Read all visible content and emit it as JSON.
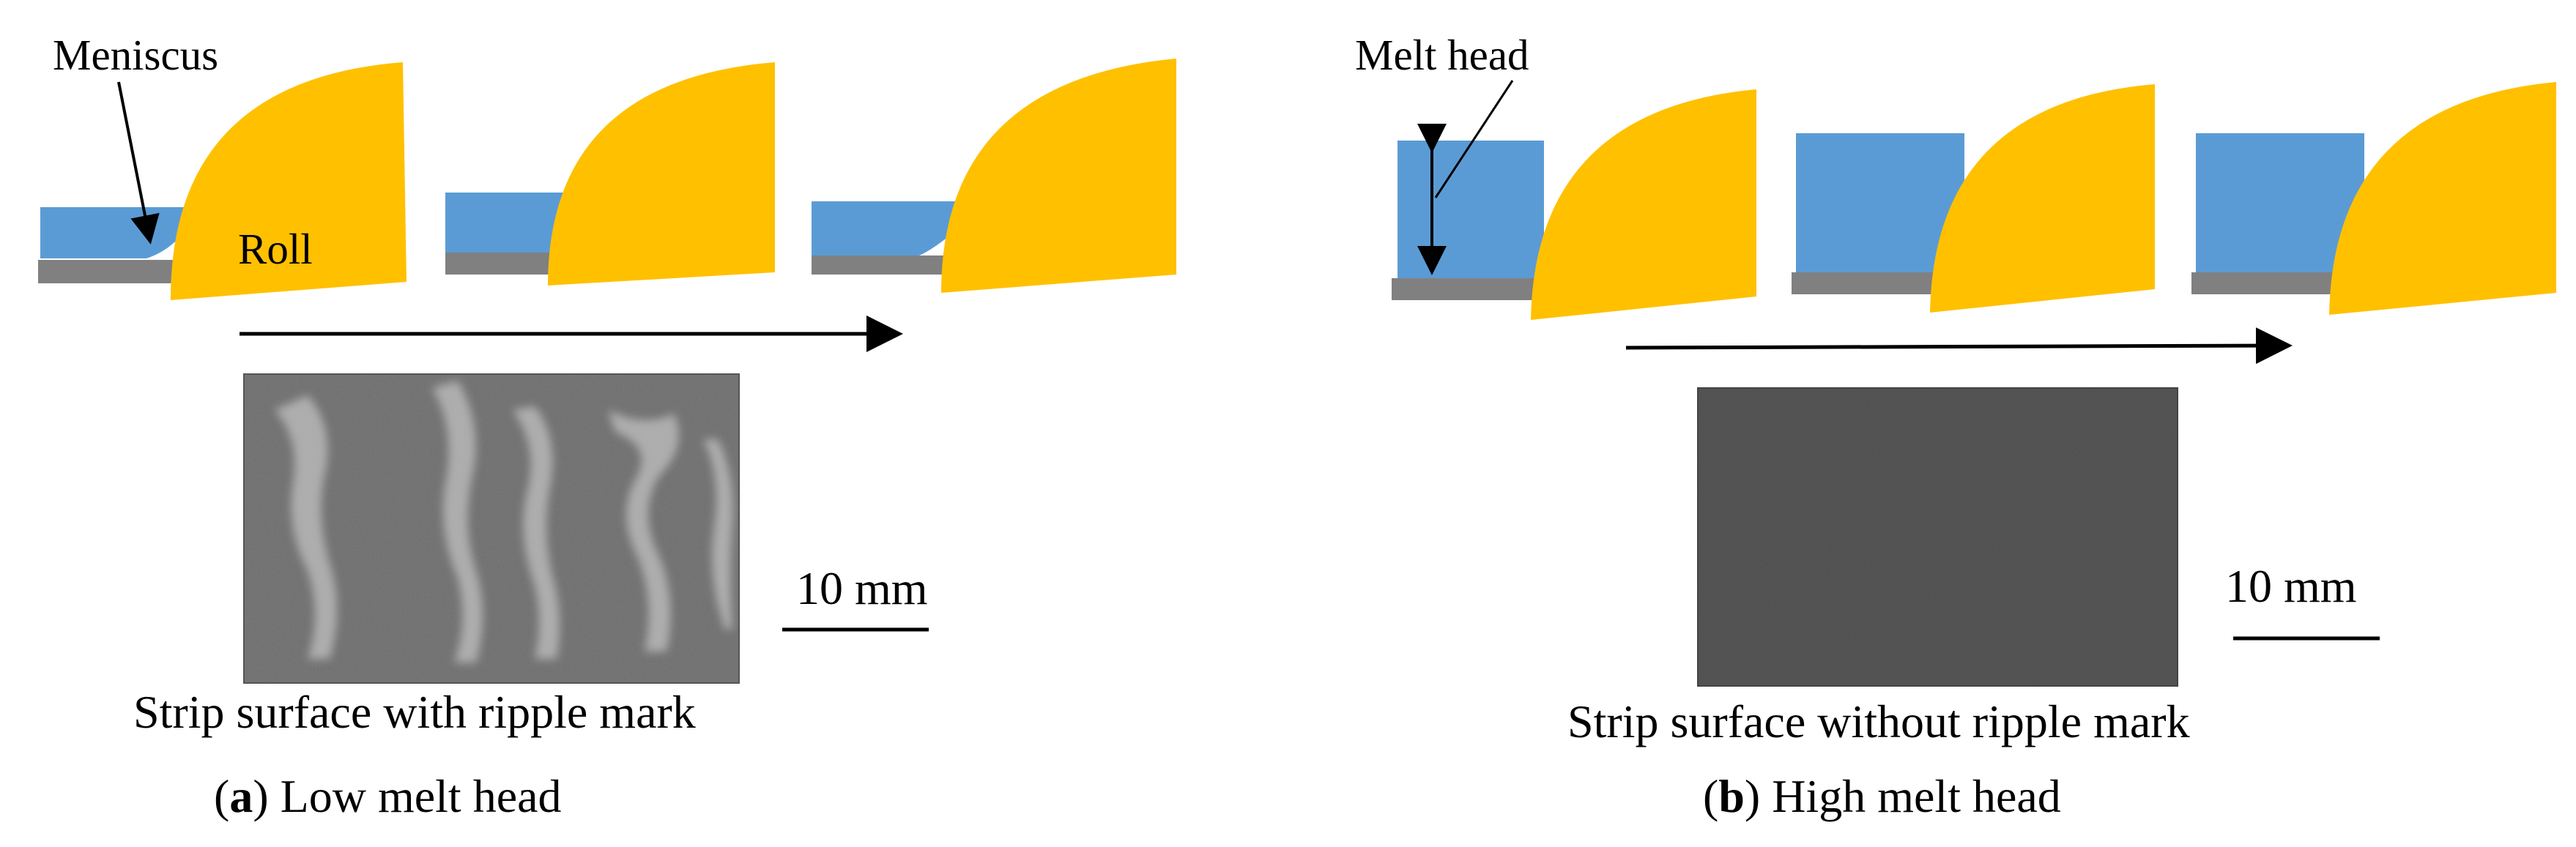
{
  "panels": {
    "a": {
      "annotation_meniscus": "Meniscus",
      "annotation_roll": "Roll",
      "scale_bar": "10 mm",
      "photo_caption": "Strip surface with ripple mark",
      "panel_letter": "a",
      "panel_title": " Low melt head"
    },
    "b": {
      "annotation_melt_head": "Melt head",
      "scale_bar": "10 mm",
      "photo_caption": "Strip surface without ripple mark",
      "panel_letter": "b",
      "panel_title": " High melt head"
    }
  },
  "colors": {
    "roll": "#FFC000",
    "melt": "#5B9BD5",
    "strip": "#808080",
    "arrow": "#000000"
  }
}
